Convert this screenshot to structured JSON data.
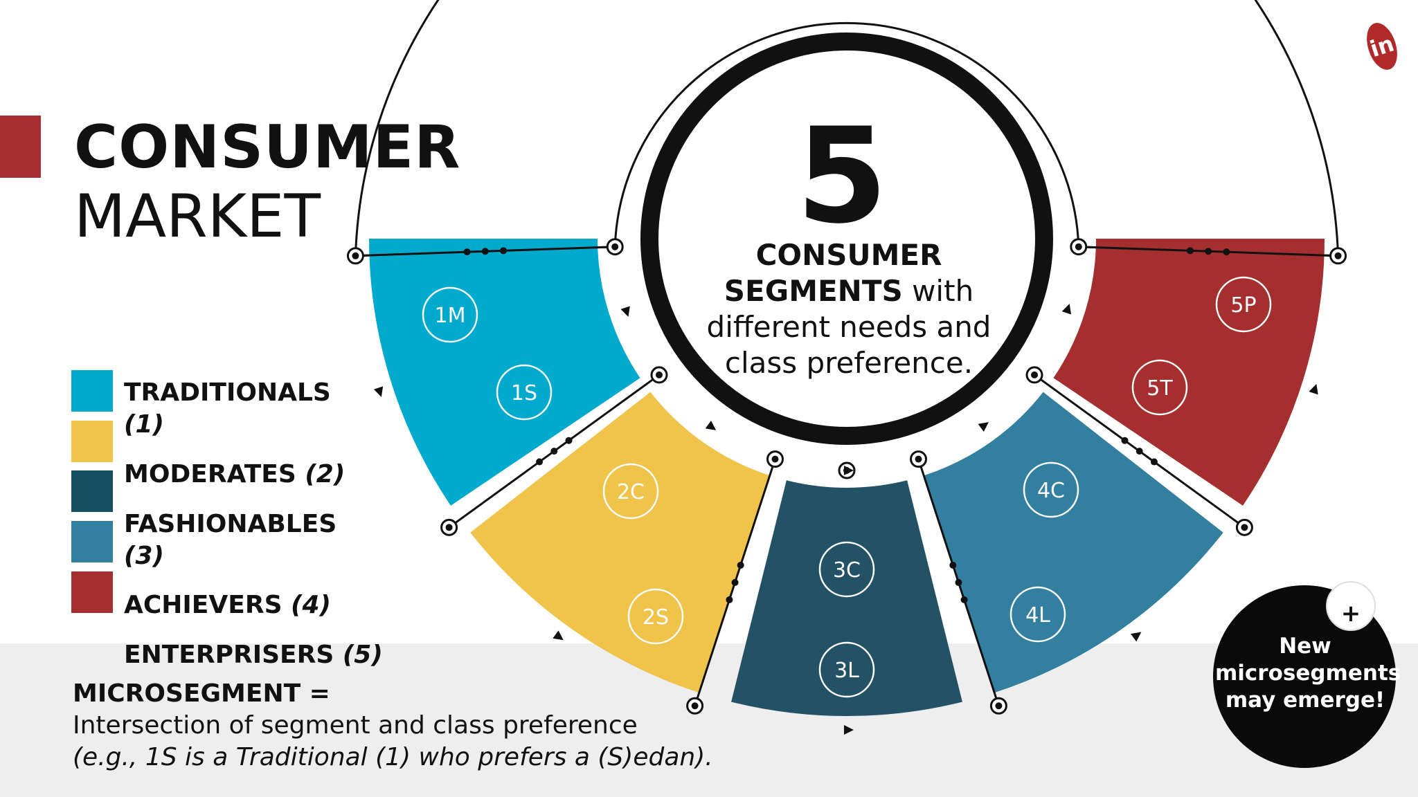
{
  "title": {
    "line1": "CONSUMER",
    "line2": "MARKET"
  },
  "legend": [
    {
      "label": "TRADITIONALS",
      "num": "(1)",
      "color": "#00aacc"
    },
    {
      "label": "MODERATES",
      "num": "(2)",
      "color": "#f0c34a"
    },
    {
      "label": "FASHIONABLES",
      "num": "(3)",
      "color": "#174f63"
    },
    {
      "label": "ACHIEVERS",
      "num": "(4)",
      "color": "#337f9f"
    },
    {
      "label": "ENTERPRISERS",
      "num": "(5)",
      "color": "#a52f2f"
    }
  ],
  "center": {
    "number": "5",
    "bold": "CONSUMER SEGMENTS",
    "rest": " with different needs and class preference."
  },
  "segments": [
    {
      "color": "#00aacc",
      "codes": [
        "1M",
        "1S"
      ]
    },
    {
      "color": "#f0c34a",
      "codes": [
        "2C",
        "2S"
      ]
    },
    {
      "color": "#235266",
      "codes": [
        "3C",
        "3L"
      ]
    },
    {
      "color": "#337f9f",
      "codes": [
        "4C",
        "4L"
      ]
    },
    {
      "color": "#a52f2f",
      "codes": [
        "5P",
        "5T"
      ]
    }
  ],
  "microsegment": {
    "head": "MICROSEGMENT =",
    "body": "Intersection of segment and class preference",
    "example": "(e.g., 1S is a Traditional (1) who prefers a (S)edan)."
  },
  "badge": {
    "plus": "+",
    "lines": [
      "New",
      "microsegments",
      "may emerge!"
    ]
  },
  "logo": {
    "text": "in"
  },
  "colors": {
    "accent": "#a52f2f",
    "dark": "#111111",
    "band": "#eeeeee"
  }
}
